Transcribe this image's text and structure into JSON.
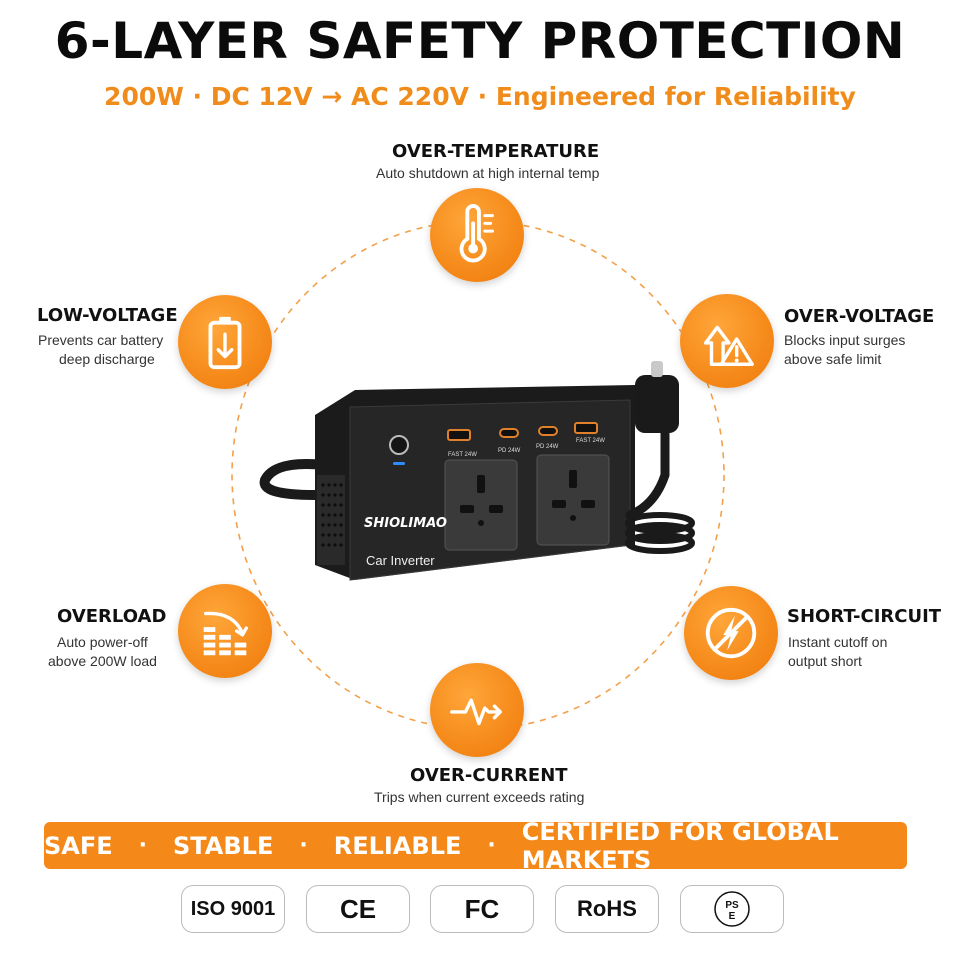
{
  "header": {
    "title": "6-LAYER SAFETY PROTECTION",
    "subtitle": "200W  ·  DC 12V → AC 220V  ·  Engineered for Reliability"
  },
  "features": [
    {
      "id": "over-temperature",
      "title": "OVER-TEMPERATURE",
      "desc": [
        "Auto shutdown at high internal temp"
      ],
      "icon": "thermometer-icon"
    },
    {
      "id": "low-voltage",
      "title": "LOW-VOLTAGE",
      "desc": [
        "Prevents car battery",
        "deep discharge"
      ],
      "icon": "battery-low-icon"
    },
    {
      "id": "over-voltage",
      "title": "OVER-VOLTAGE",
      "desc": [
        "Blocks input surges",
        "above safe limit"
      ],
      "icon": "voltage-warning-icon"
    },
    {
      "id": "overload",
      "title": "OVERLOAD",
      "desc": [
        "Auto power-off",
        "above 200W load"
      ],
      "icon": "overload-bars-icon"
    },
    {
      "id": "short-circuit",
      "title": "SHORT-CIRCUIT",
      "desc": [
        "Instant cutoff on",
        "output short"
      ],
      "icon": "no-lightning-icon"
    },
    {
      "id": "over-current",
      "title": "OVER-CURRENT",
      "desc": [
        "Trips when current exceeds rating"
      ],
      "icon": "pulse-icon"
    }
  ],
  "product": {
    "brand": "SHIOLIMAO",
    "model": "Car Inverter",
    "ports": [
      "FAST 24W",
      "PD 24W",
      "PD 24W",
      "FAST 24W"
    ]
  },
  "banner": {
    "items": [
      "SAFE",
      "STABLE",
      "RELIABLE",
      "CERTIFIED FOR GLOBAL MARKETS"
    ],
    "separator": "·"
  },
  "certifications": [
    "ISO 9001",
    "CE",
    "FC",
    "RoHS",
    "PSE"
  ],
  "colors": {
    "accent": "#f4891a",
    "title": "#0b0b0b",
    "subtitle": "#f08c1c"
  }
}
